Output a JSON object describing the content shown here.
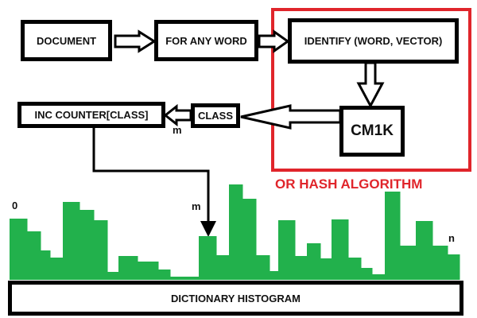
{
  "nodes": {
    "document": "DOCUMENT",
    "for_any_word": "FOR ANY WORD",
    "identify": "IDENTIFY (WORD, VECTOR)",
    "cm1k": "CM1K",
    "class": "CLASS",
    "inc_counter": "INC COUNTER[CLASS]",
    "histogram": "DICTIONARY HISTOGRAM"
  },
  "labels": {
    "or_hash": "OR HASH ALGORITHM",
    "m_class": "m",
    "m_hist": "m",
    "zero": "0",
    "n": "n"
  },
  "colors": {
    "bars": "#22b14c",
    "highlight": "#e0252b",
    "stroke": "#000000"
  },
  "histogram_bins": [
    {
      "bin": 1,
      "value": 77
    },
    {
      "bin": 2,
      "value": 61
    },
    {
      "bin": 3,
      "value": 37
    },
    {
      "bin": 4,
      "value": 28
    },
    {
      "bin": 5,
      "value": 98
    },
    {
      "bin": 6,
      "value": 88
    },
    {
      "bin": 7,
      "value": 75
    },
    {
      "bin": 8,
      "value": 10
    },
    {
      "bin": 9,
      "value": 30
    },
    {
      "bin": 10,
      "value": 23
    },
    {
      "bin": 11,
      "value": 13
    },
    {
      "bin": 12,
      "value": 4
    },
    {
      "bin": 13,
      "value": 55
    },
    {
      "bin": 14,
      "value": 31
    },
    {
      "bin": 15,
      "value": 120
    },
    {
      "bin": 16,
      "value": 102
    },
    {
      "bin": 17,
      "value": 31
    },
    {
      "bin": 18,
      "value": 11
    },
    {
      "bin": 19,
      "value": 75
    },
    {
      "bin": 20,
      "value": 30
    },
    {
      "bin": 21,
      "value": 46
    },
    {
      "bin": 22,
      "value": 27
    },
    {
      "bin": 23,
      "value": 76
    },
    {
      "bin": 24,
      "value": 28
    },
    {
      "bin": 25,
      "value": 15
    },
    {
      "bin": 26,
      "value": 7
    },
    {
      "bin": 27,
      "value": 111
    },
    {
      "bin": 28,
      "value": 43
    },
    {
      "bin": 29,
      "value": 74
    },
    {
      "bin": 30,
      "value": 43
    },
    {
      "bin": 31,
      "value": 32
    }
  ]
}
